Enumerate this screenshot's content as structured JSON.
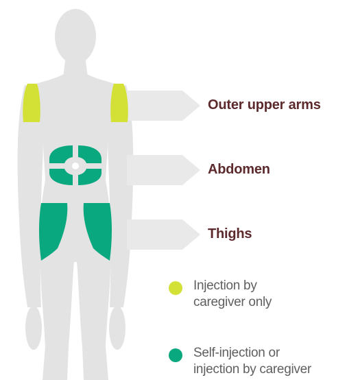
{
  "colors": {
    "silhouette": "#e3e3e3",
    "arrow": "#e9e9e9",
    "caregiver_only": "#d3e035",
    "self_or_caregiver": "#0aa87f",
    "label_text": "#5c2a2d",
    "legend_text": "#5f5f5f"
  },
  "sites": [
    {
      "id": "outer-upper-arms",
      "label": "Outer upper arms",
      "category": "caregiver_only"
    },
    {
      "id": "abdomen",
      "label": "Abdomen",
      "category": "self_or_caregiver"
    },
    {
      "id": "thighs",
      "label": "Thighs",
      "category": "self_or_caregiver"
    }
  ],
  "legend": [
    {
      "key": "caregiver_only",
      "text": "Injection by\ncaregiver only",
      "icon": "lime-dot-icon"
    },
    {
      "key": "self_or_caregiver",
      "text": "Self-injection or\ninjection by caregiver",
      "icon": "green-dot-icon"
    }
  ]
}
